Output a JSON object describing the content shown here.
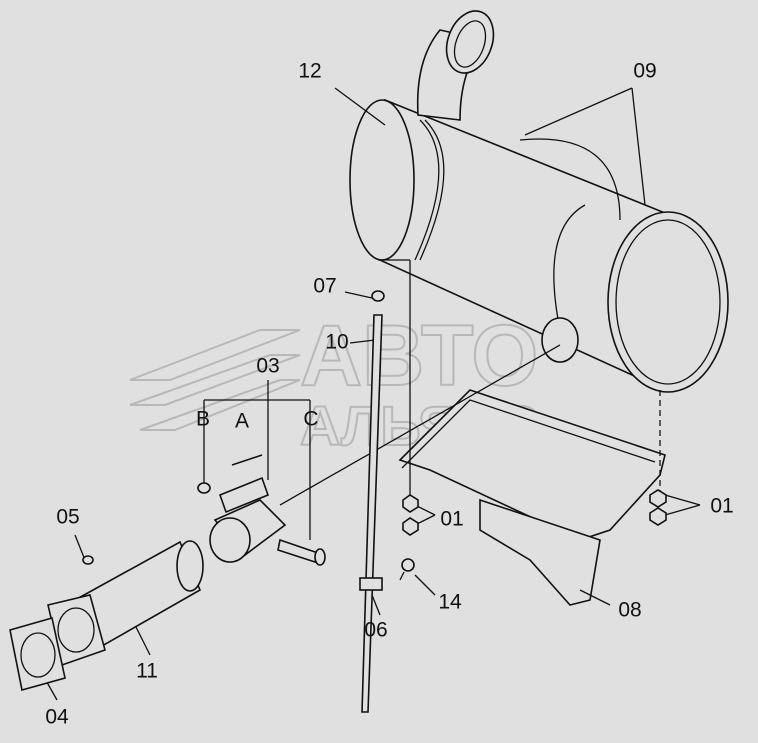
{
  "watermark": {
    "line1": "АВТО",
    "line2": "АЛЬЯНС"
  },
  "labels": {
    "muffler_cover": "12",
    "bands": "09",
    "nut_top": "07",
    "rod": "10",
    "clamp_assembly": "03",
    "sub_b": "B",
    "sub_a": "A",
    "sub_c": "C",
    "nut_pipe": "05",
    "nuts_center": "01",
    "nuts_right": "01",
    "bolt": "14",
    "rod_clip": "06",
    "bracket": "08",
    "pipe": "11",
    "gasket": "04"
  }
}
